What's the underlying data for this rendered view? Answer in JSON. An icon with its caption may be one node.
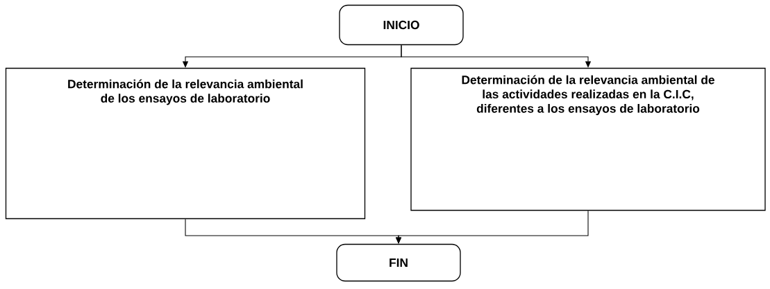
{
  "diagram": {
    "nodes": [
      {
        "text": [
          "INICIO"
        ]
      },
      {
        "text": [
          "Determinación de la relevancia ambiental de los ensayos de laboratorio"
        ]
      },
      {
        "text": [
          "Determinación de la relevancia ambiental de las actividades realizadas en la C.I.C, diferentes a los ensayos de laboratorio"
        ]
      },
      {
        "text": [
          "FIN"
        ]
      }
    ],
    "edges": [
      {
        "from": 0,
        "to": 1,
        "arrow": "to"
      },
      {
        "from": 0,
        "to": 2,
        "arrow": "to"
      },
      {
        "from": 1,
        "to": 3,
        "arrow": "to"
      },
      {
        "from": 2,
        "to": 3,
        "arrow": "to"
      }
    ]
  }
}
